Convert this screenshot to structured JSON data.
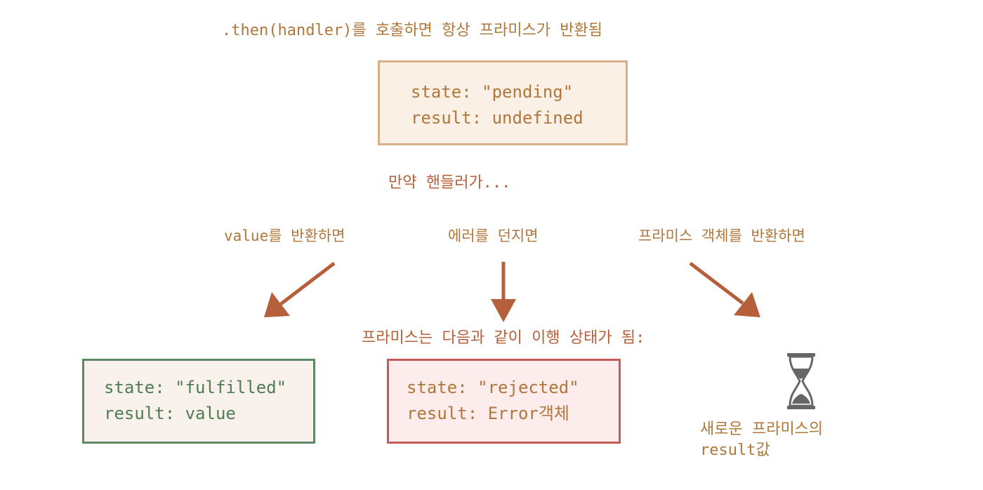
{
  "colors": {
    "label": "#b0773a",
    "arrow": "#b5603a",
    "pending_border": "#d8af86",
    "pending_fill": "#fbf0e6",
    "fulfilled_border": "#5a8a64",
    "fulfilled_fill": "#f9f1eb",
    "fulfilled_text": "#4f7c57",
    "rejected_border": "#c65a5a",
    "rejected_fill": "#fcecec",
    "rejected_text": "#b0773a",
    "hourglass": "#666666"
  },
  "title": ".then(handler)를 호출하면 항상 프라미스가 반환됨",
  "pending": {
    "state_line": "state: \"pending\"",
    "result_line": "result: undefined"
  },
  "if_handler": "만약 핸들러가...",
  "cases": {
    "returns_value": "value를 반환하면",
    "throws_error": "에러를 던지면",
    "returns_promise": "프라미스 객체를 반환하면"
  },
  "becomes": "프라미스는 다음과 같이 이행 상태가 됨:",
  "fulfilled": {
    "state_line": "state: \"fulfilled\"",
    "result_line": "result: value"
  },
  "rejected": {
    "state_line": "state: \"rejected\"",
    "result_line": "result: Error객체"
  },
  "new_promise": {
    "line1": "새로운 프라미스의",
    "line2": "result값"
  },
  "icons": {
    "waiting": "hourglass-icon"
  }
}
